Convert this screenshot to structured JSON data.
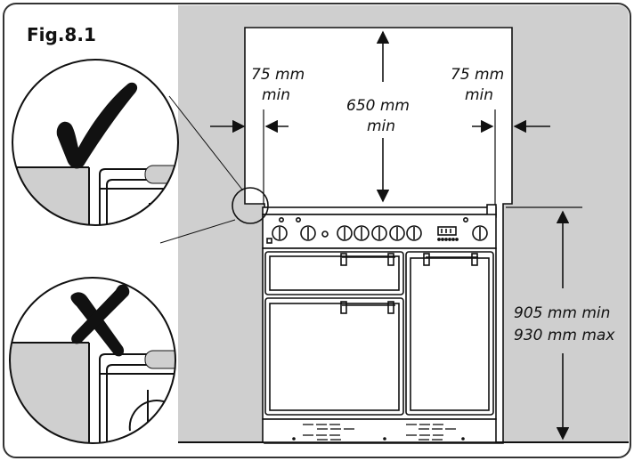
{
  "figure_label": "Fig.8.1",
  "dimensions": {
    "left_gap": {
      "value": "75 mm",
      "qualifier": "min"
    },
    "right_gap": {
      "value": "75 mm",
      "qualifier": "min"
    },
    "top_gap": {
      "value": "650 mm",
      "qualifier": "min"
    },
    "height_min": "905 mm min",
    "height_max": "930 mm max"
  },
  "detail_views": [
    {
      "name": "correct-install",
      "symbol": "check-mark-icon"
    },
    {
      "name": "incorrect-install",
      "symbol": "cross-mark-icon"
    }
  ],
  "colors": {
    "wall": "#cfcfcf",
    "line": "#111111",
    "frame": "#333333",
    "paper": "#ffffff"
  }
}
